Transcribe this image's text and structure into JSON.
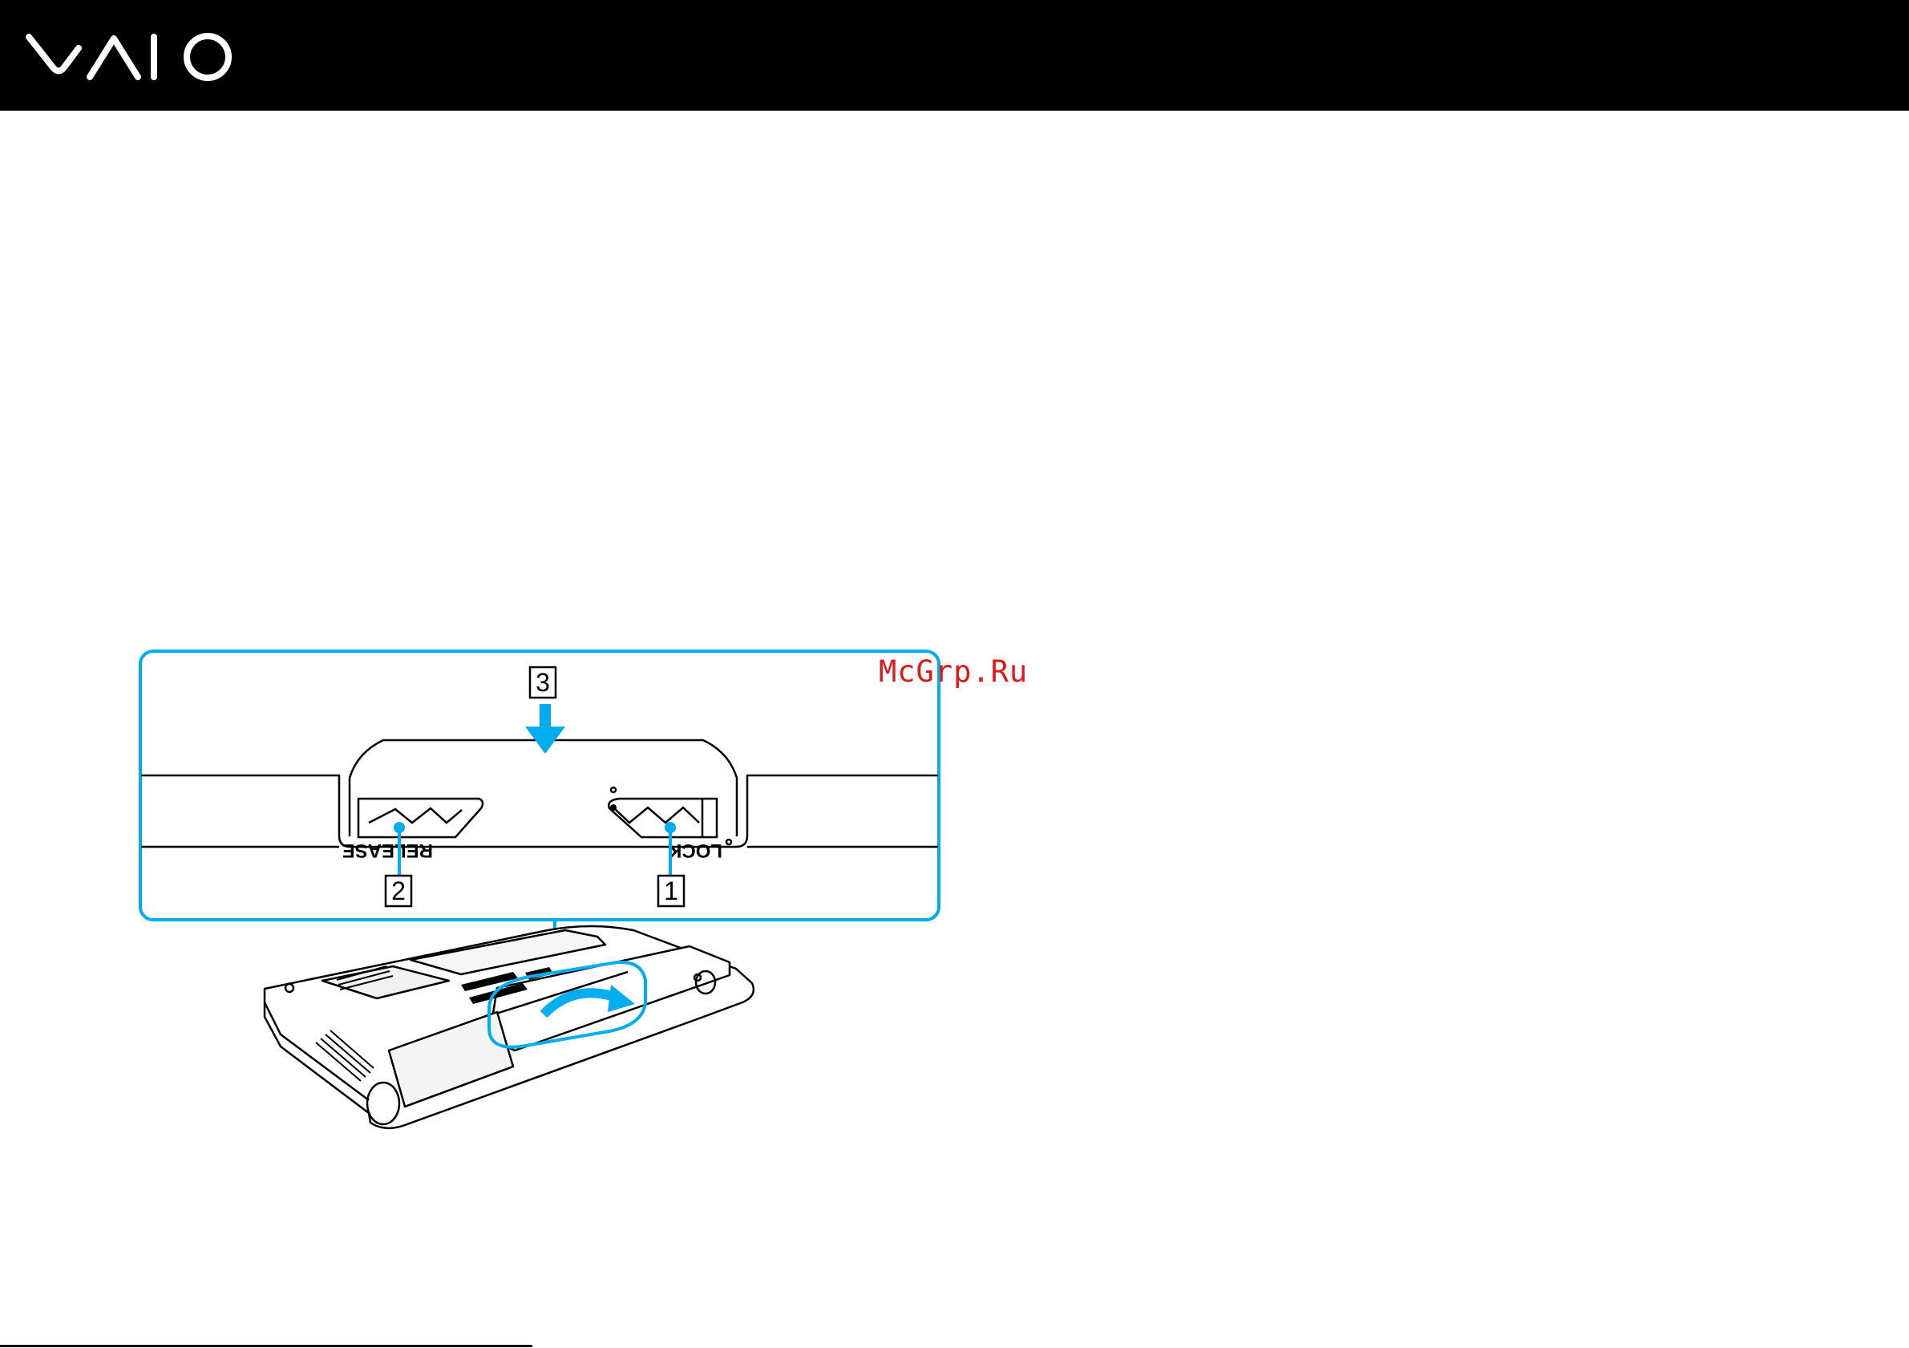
{
  "header": {
    "logo_text": "VAIO"
  },
  "figure": {
    "callouts": [
      "1",
      "2",
      "3"
    ],
    "switch_labels": {
      "release": "RELEASE",
      "lock": "LOCK"
    },
    "accent_color": "#00aeef"
  },
  "watermark": {
    "text": "McGrp.Ru"
  }
}
